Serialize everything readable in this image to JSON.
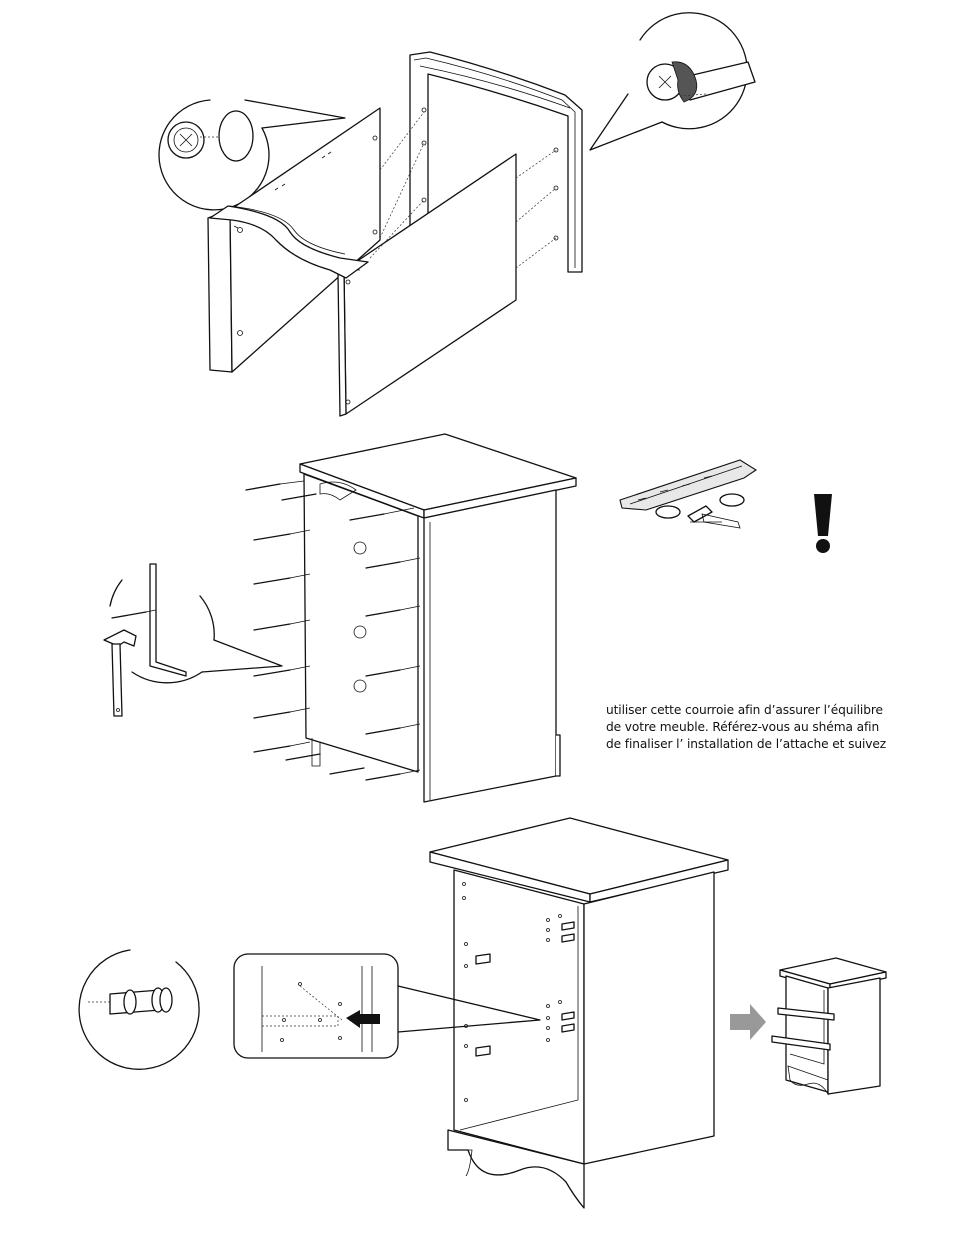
{
  "instructions": {
    "note_lines": [
      "utiliser cette courroie afin d’assurer l’équilibre",
      "de votre meuble.  Référez-vous au shéma afin",
      "de finaliser l’ installation de l’attache et suivez"
    ]
  },
  "icons": {
    "warning": "exclamation-icon",
    "arrow": "right-arrow-icon",
    "tool": "hammer-icon"
  },
  "colors": {
    "line": "#111111",
    "arrow_gray": "#999999",
    "warning": "#111111"
  }
}
